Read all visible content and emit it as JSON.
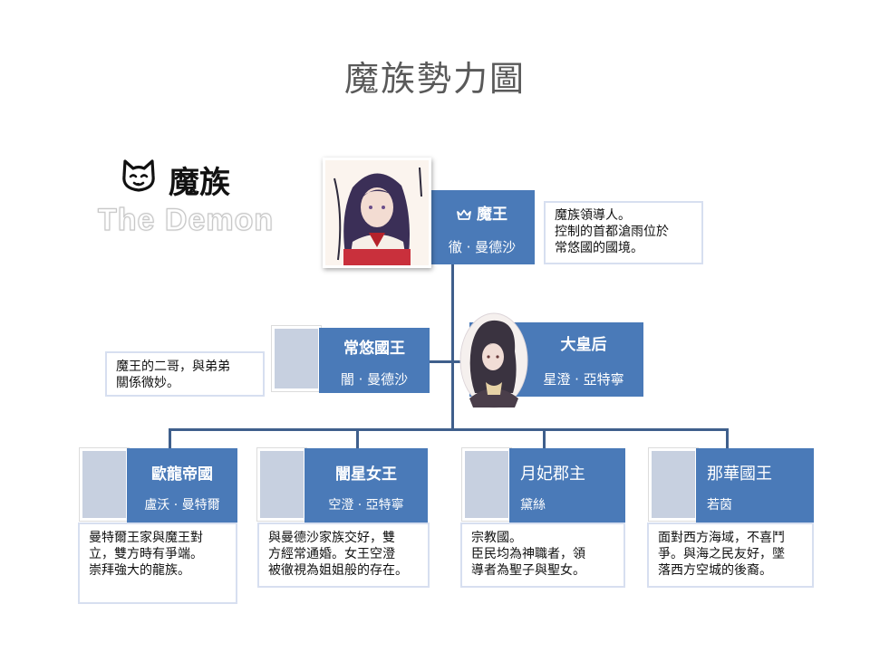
{
  "page": {
    "title": "魔族勢力圖"
  },
  "faction": {
    "name": "魔族",
    "name_en": "The Demon",
    "icon": "demon-cat-icon"
  },
  "leader": {
    "role": "魔王",
    "role_icon": "crown-icon",
    "name": "徹 · 曼德沙",
    "note": [
      "魔族領導人。",
      "控制的首都滄雨位於",
      "常悠國的國境。"
    ]
  },
  "second_row": [
    {
      "id": "changyou",
      "role": "常悠國王",
      "name": "闇 · 曼德沙",
      "note": [
        "魔王的二哥，與弟弟",
        "關係微妙。"
      ]
    },
    {
      "id": "empress",
      "role": "大皇后",
      "name": "星澄 · 亞特寧"
    }
  ],
  "branches": [
    {
      "id": "oulong",
      "role": "歐龍帝國",
      "name": "盧沃 · 曼特爾",
      "note": [
        "曼特爾王家與魔王對",
        "立，雙方時有爭端。",
        "崇拜強大的龍族。"
      ]
    },
    {
      "id": "anxing",
      "role": "闇星女王",
      "name": "空澄 · 亞特寧",
      "note": [
        "與曼德沙家族交好，雙",
        "方經常通婚。女王空澄",
        "被徹視為姐姐般的存在。"
      ]
    },
    {
      "id": "yuefei",
      "role": "月妃郡主",
      "name": "黛絲",
      "note": [
        "宗教國。",
        "臣民均為神職者，領",
        "導者為聖子與聖女。"
      ]
    },
    {
      "id": "nahua",
      "role": "那華國王",
      "name": "若茵",
      "note": [
        "面對西方海域，不喜鬥",
        "爭。與海之民友好，墜",
        "落西方空城的後裔。"
      ]
    }
  ],
  "colors": {
    "card": "#4a7ab8",
    "line": "#3f5f8c",
    "photo_placeholder": "#c7d0e0",
    "note_border": "#d7dff0"
  }
}
